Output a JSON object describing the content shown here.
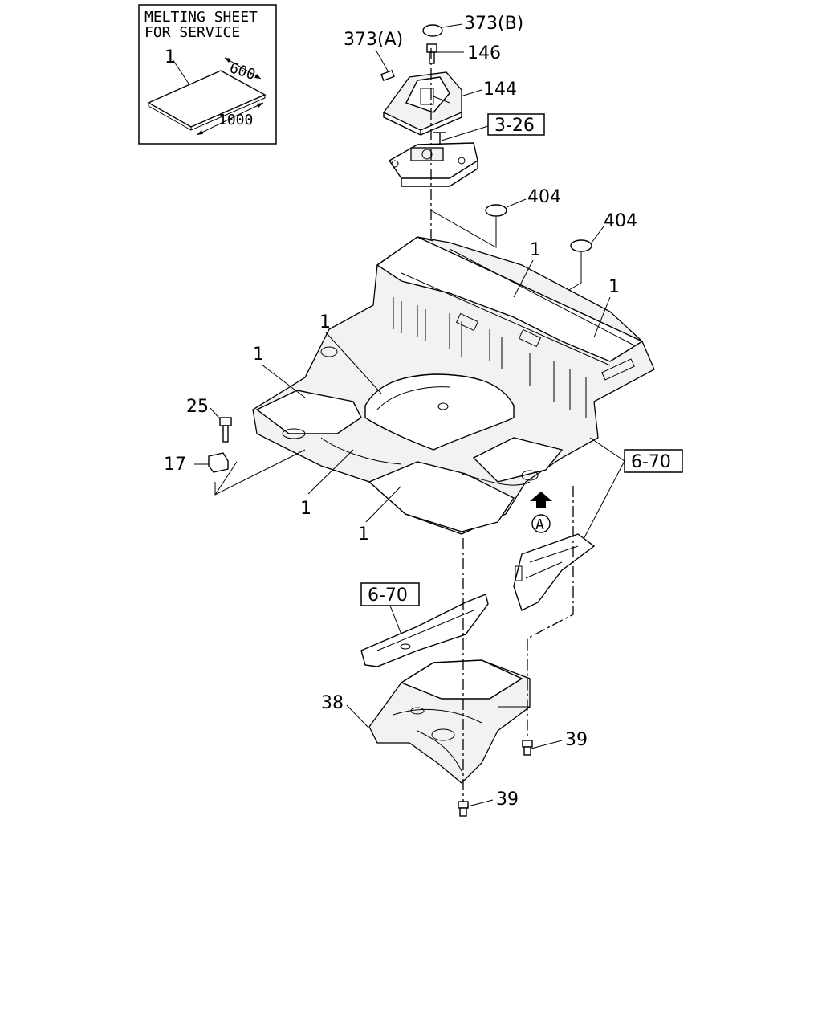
{
  "inset": {
    "title_line1": "MELTING SHEET",
    "title_line2": "FOR SERVICE",
    "part_no": "1",
    "dim_width": "600",
    "dim_length": "1000"
  },
  "callouts": {
    "c373b": "373(B)",
    "c373a": "373(A)",
    "c146": "146",
    "c144": "144",
    "ref_3_26": "3-26",
    "c404_1": "404",
    "c404_2": "404",
    "c1_a": "1",
    "c1_b": "1",
    "c1_c": "1",
    "c1_d": "1",
    "c1_e": "1",
    "c1_f": "1",
    "c25": "25",
    "c17": "17",
    "ref_6_70_right": "6-70",
    "ref_6_70_left": "6-70",
    "view_a": "A",
    "c38": "38",
    "c39_1": "39",
    "c39_2": "39"
  }
}
